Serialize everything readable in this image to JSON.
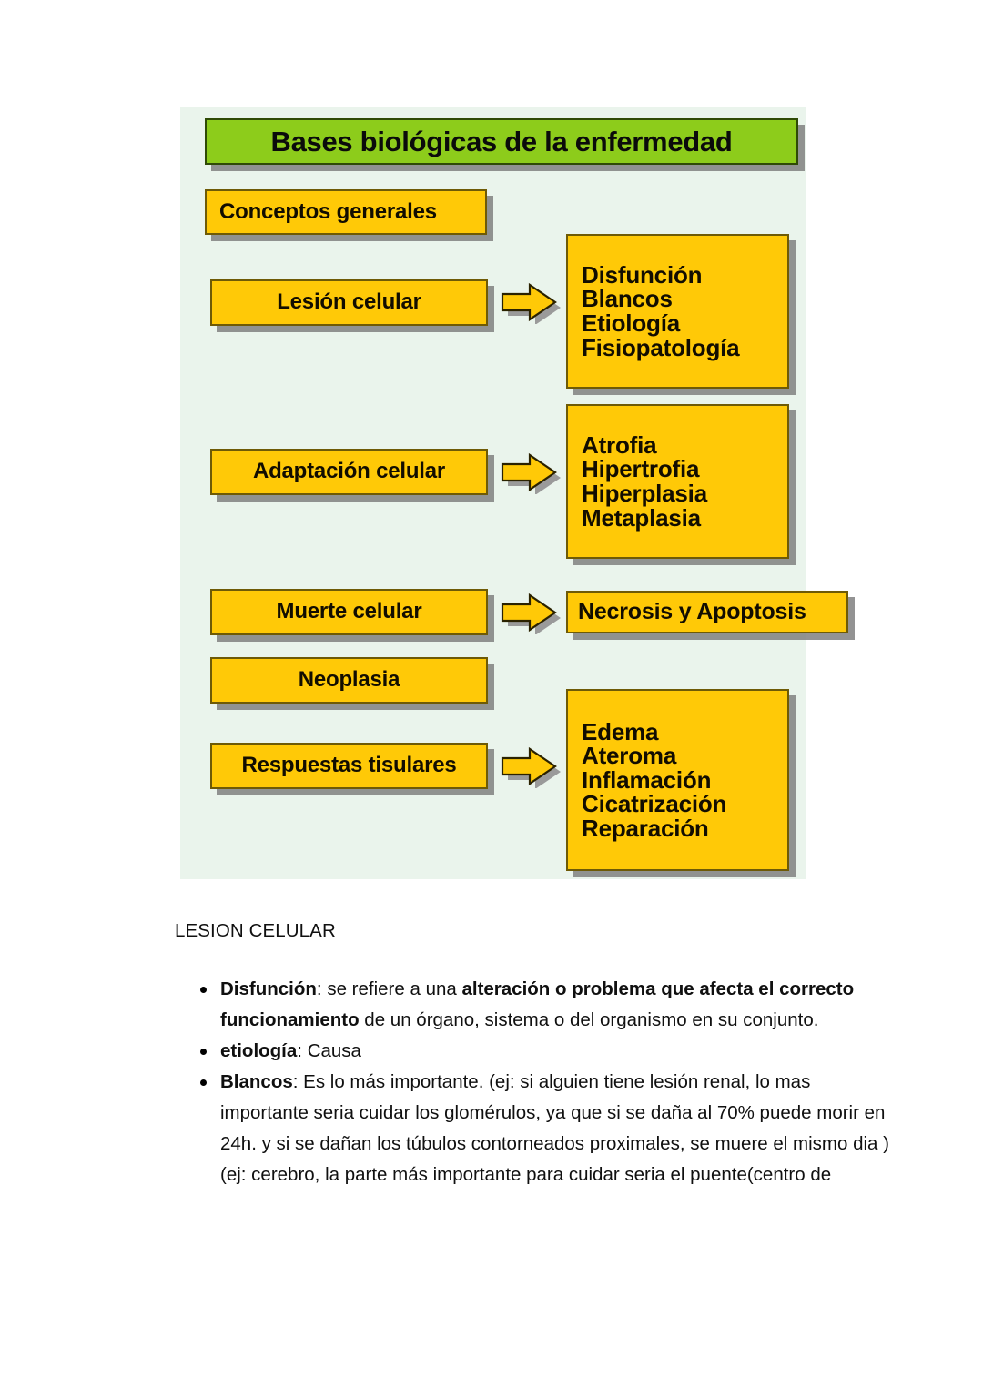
{
  "diagram": {
    "title": "Bases biológicas de la enfermedad",
    "background_color": "#eaf4ec",
    "title_color": "#8DCC1B",
    "box_color": "#FFC907",
    "left_boxes": [
      {
        "label": "Conceptos generales"
      },
      {
        "label": "Lesión celular"
      },
      {
        "label": "Adaptación celular"
      },
      {
        "label": "Muerte celular"
      },
      {
        "label": "Neoplasia"
      },
      {
        "label": "Respuestas tisulares"
      }
    ],
    "right_boxes": {
      "lesion_outcomes": [
        "Disfunción",
        "Blancos",
        "Etiología",
        "Fisiopatología"
      ],
      "adaptacion_outcomes": [
        "Atrofia",
        "Hipertrofia",
        "Hiperplasia",
        "Metaplasia"
      ],
      "muerte_outcome": "Necrosis y Apoptosis",
      "respuestas_outcomes": [
        "Edema",
        "Ateroma",
        "Inflamación",
        "Cicatrización",
        "Reparación"
      ]
    },
    "arrow_icon": "right-block-arrow-icon"
  },
  "text": {
    "heading": "LESION CELULAR",
    "bullets": [
      {
        "term": "Disfunción",
        "separator": ":",
        "parts": [
          {
            "text": "  se refiere a una ",
            "bold": false
          },
          {
            "text": "alteración o problema que afecta el correcto funcionamiento",
            "bold": true
          },
          {
            "text": " de un órgano, sistema o del organismo en su conjunto.",
            "bold": false
          }
        ]
      },
      {
        "term": "etiología",
        "separator": ":",
        "parts": [
          {
            "text": " Causa",
            "bold": false
          }
        ]
      },
      {
        "term": "Blancos",
        "separator": ":",
        "parts": [
          {
            "text": " Es lo más importante. (ej: si alguien tiene lesión renal, lo mas importante seria cuidar los glomérulos, ya que si se daña al 70% puede morir en 24h. y si se dañan los túbulos contorneados proximales, se muere el mismo dia ) (ej: cerebro, la parte más importante para cuidar seria el puente(centro de",
            "bold": false
          }
        ]
      }
    ]
  }
}
